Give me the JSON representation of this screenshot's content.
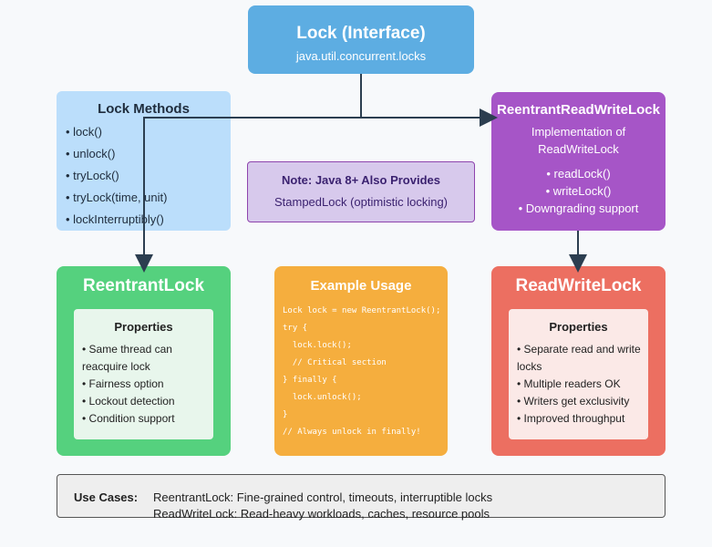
{
  "lock": {
    "title": "Lock (Interface)",
    "package": "java.util.concurrent.locks"
  },
  "methods": {
    "heading": "Lock Methods",
    "items": [
      "• lock()",
      "• unlock()",
      "• tryLock()",
      "• tryLock(time, unit)",
      "• lockInterruptibly()"
    ]
  },
  "note": {
    "heading": "Note: Java 8+ Also Provides",
    "text": "StampedLock (optimistic locking)"
  },
  "rrwl": {
    "title": "ReentrantReadWriteLock",
    "desc_line1": "Implementation of",
    "desc_line2": "ReadWriteLock",
    "items": [
      "• readLock()",
      "• writeLock()",
      "• Downgrading support"
    ]
  },
  "reentrant": {
    "title": "ReentrantLock",
    "props_heading": "Properties",
    "props": [
      "• Same thread can reacquire lock",
      "• Fairness option",
      "• Lockout detection",
      "• Condition support"
    ]
  },
  "example": {
    "title": "Example Usage",
    "code": [
      "Lock lock = new ReentrantLock();",
      "try {",
      "  lock.lock();",
      "  // Critical section",
      "} finally {",
      "  lock.unlock();",
      "}",
      "// Always unlock in finally!"
    ]
  },
  "rwl": {
    "title": "ReadWriteLock",
    "props_heading": "Properties",
    "props": [
      "• Separate read and write locks",
      "• Multiple readers OK",
      "• Writers get exclusivity",
      "• Improved throughput"
    ]
  },
  "uses": {
    "label": "Use Cases:",
    "line1": "ReentrantLock: Fine-grained control, timeouts, interruptible locks",
    "line2": "ReadWriteLock: Read-heavy workloads, caches, resource pools"
  },
  "colors": {
    "interface": "#5dade2",
    "methods": "#bbdefb",
    "note": "#d7c9ec",
    "rrwl": "#a655c7",
    "reentrant": "#55d17e",
    "example": "#f5ae3e",
    "rwl": "#ec6f61",
    "connector": "#2c3e50"
  }
}
